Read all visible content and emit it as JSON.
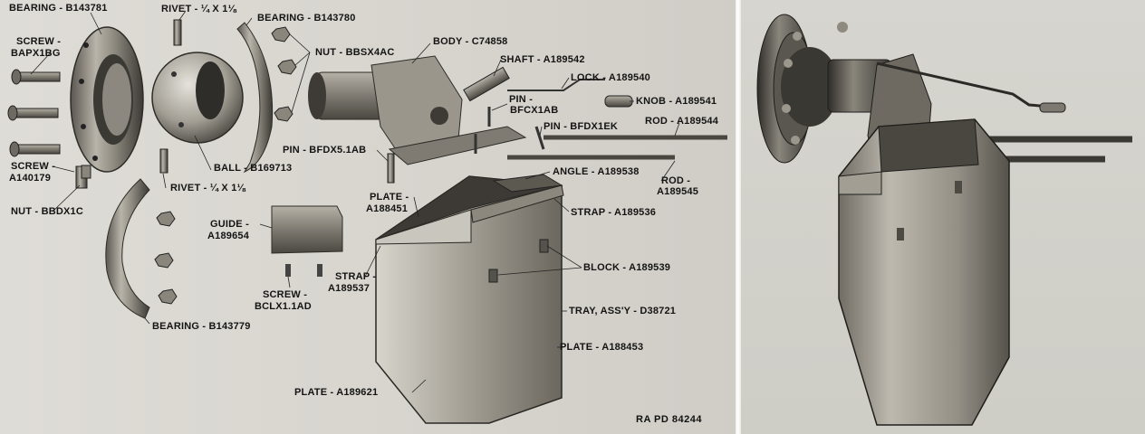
{
  "callouts": [
    {
      "id": "bearing-b143781",
      "text": "BEARING - B143781"
    },
    {
      "id": "rivet-top",
      "text": "RIVET - ¼ X 1⅛"
    },
    {
      "id": "bearing-b143780",
      "text": "BEARING - B143780"
    },
    {
      "id": "screw-bapx1bg-a",
      "text": "SCREW -"
    },
    {
      "id": "screw-bapx1bg-b",
      "text": "BAPX1BG"
    },
    {
      "id": "nut-bbsx4ac",
      "text": "NUT - BBSX4AC"
    },
    {
      "id": "body-c74858",
      "text": "BODY - C74858"
    },
    {
      "id": "shaft-a189542",
      "text": "SHAFT - A189542"
    },
    {
      "id": "lock-a189540",
      "text": "LOCK - A189540"
    },
    {
      "id": "knob-a189541",
      "text": "KNOB - A189541"
    },
    {
      "id": "pin-bfcx1ab-a",
      "text": "PIN -"
    },
    {
      "id": "pin-bfcx1ab-b",
      "text": "BFCX1AB"
    },
    {
      "id": "pin-bfdx1ek",
      "text": "PIN - BFDX1EK"
    },
    {
      "id": "rod-a189544",
      "text": "ROD - A189544"
    },
    {
      "id": "screw-a140179-a",
      "text": "SCREW -"
    },
    {
      "id": "screw-a140179-b",
      "text": "A140179"
    },
    {
      "id": "ball-b169713",
      "text": "BALL - B169713"
    },
    {
      "id": "rivet-bottom",
      "text": "RIVET - ¼ X 1⅛"
    },
    {
      "id": "pin-bfdx5-1ab",
      "text": "PIN - BFDX5.1AB"
    },
    {
      "id": "nut-bbdx1c",
      "text": "NUT - BBDX1C"
    },
    {
      "id": "angle-a189538",
      "text": "ANGLE - A189538"
    },
    {
      "id": "rod-a189545-a",
      "text": "ROD -"
    },
    {
      "id": "rod-a189545-b",
      "text": "A189545"
    },
    {
      "id": "plate-a188451-a",
      "text": "PLATE -"
    },
    {
      "id": "plate-a188451-b",
      "text": "A188451"
    },
    {
      "id": "strap-a189536",
      "text": "STRAP - A189536"
    },
    {
      "id": "guide-a189654-a",
      "text": "GUIDE -"
    },
    {
      "id": "guide-a189654-b",
      "text": "A189654"
    },
    {
      "id": "block-a189539",
      "text": "BLOCK - A189539"
    },
    {
      "id": "strap-a189537-a",
      "text": "STRAP -"
    },
    {
      "id": "strap-a189537-b",
      "text": "A189537"
    },
    {
      "id": "screw-bclx1-1ad-a",
      "text": "SCREW -"
    },
    {
      "id": "screw-bclx1-1ad-b",
      "text": "BCLX1.1AD"
    },
    {
      "id": "tray-d38721",
      "text": "TRAY, ASS'Y - D38721"
    },
    {
      "id": "bearing-b143779",
      "text": "BEARING - B143779"
    },
    {
      "id": "plate-a188453",
      "text": "PLATE - A188453"
    },
    {
      "id": "plate-a189621",
      "text": "PLATE - A189621"
    }
  ],
  "figure_reference": "RA PD 84244"
}
